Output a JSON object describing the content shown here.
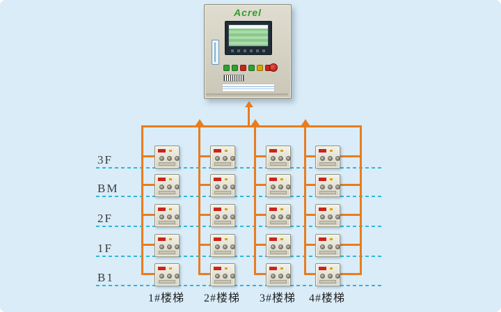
{
  "panel": {
    "brand": "Acrel",
    "indicator_colors": [
      "#2ea22e",
      "#2ea22e",
      "#c9251b",
      "#2ea22e",
      "#d8a400",
      "#c9251b"
    ]
  },
  "floors": [
    "3F",
    "BM",
    "2F",
    "1F",
    "B1"
  ],
  "stairs": [
    "1#楼梯",
    "2#楼梯",
    "3#楼梯",
    "4#楼梯"
  ],
  "colors": {
    "accent": "#e87c1e",
    "floor_line": "#2fb6d9",
    "background": "#d9ecf8",
    "device_label": "#c9251b"
  },
  "grid": {
    "rows": 5,
    "cols": 4
  }
}
